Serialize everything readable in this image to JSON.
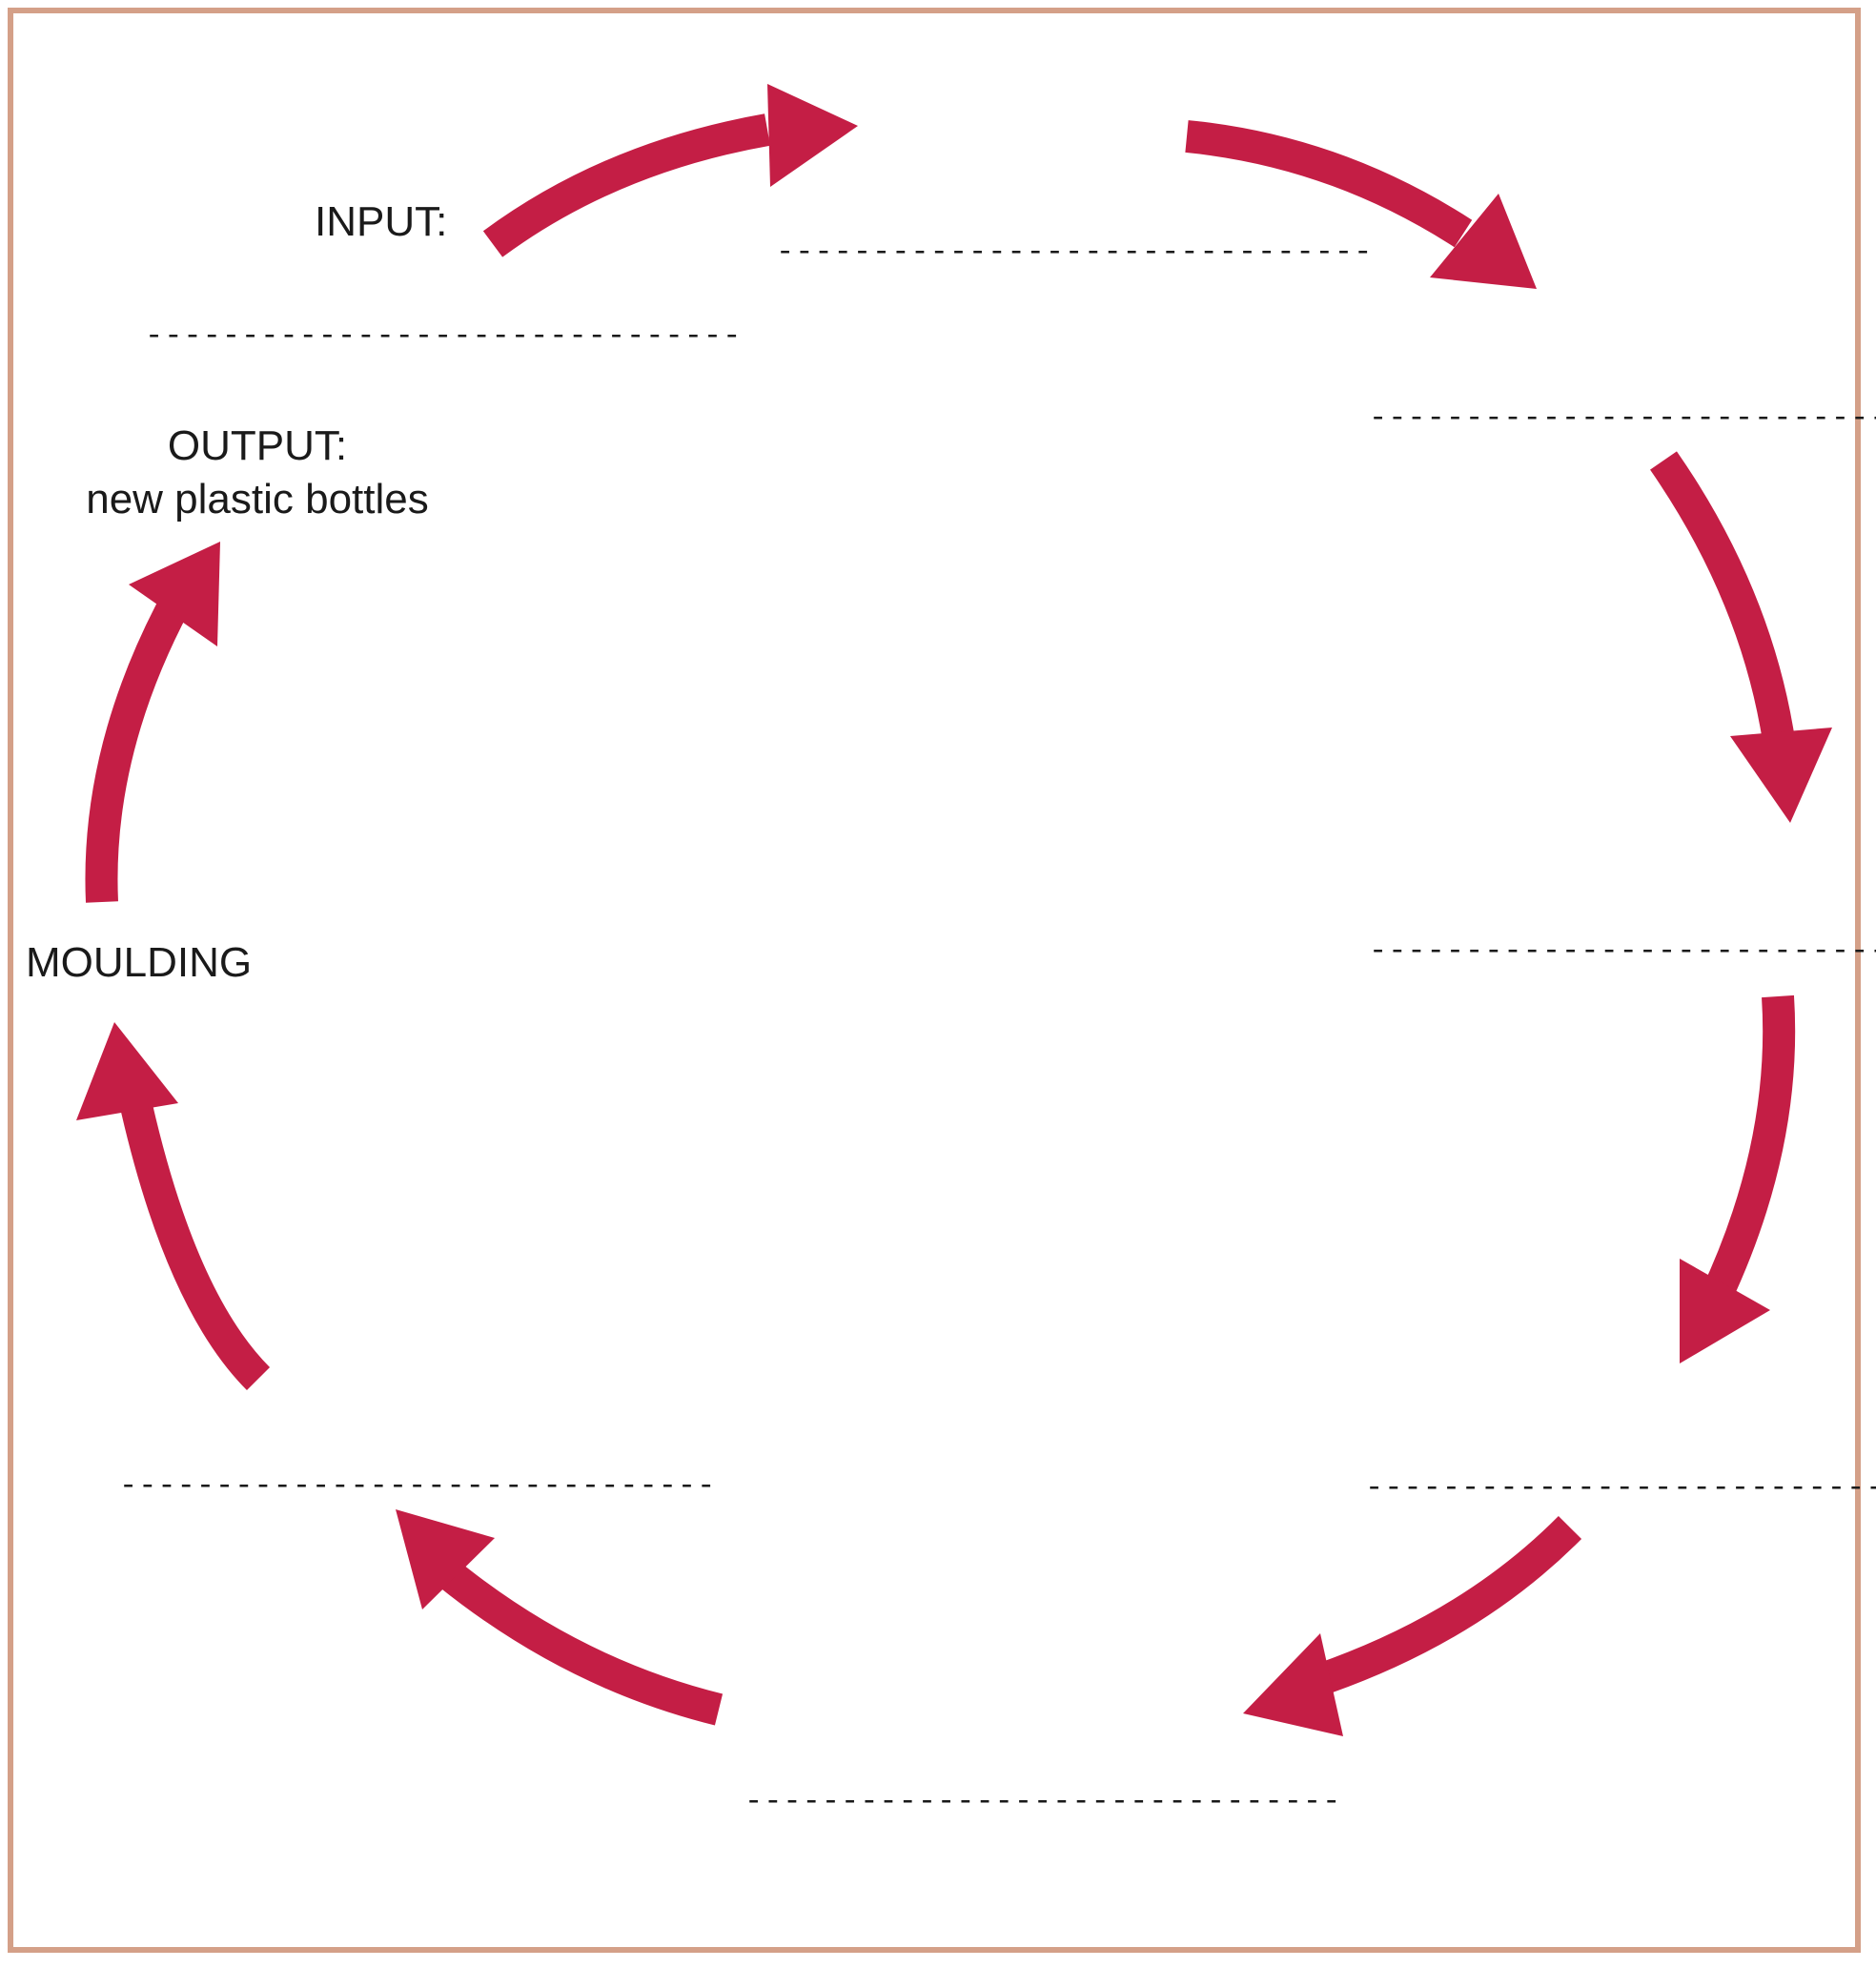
{
  "colors": {
    "arrow": "#c41e45",
    "frame": "#d4a088",
    "text": "#1a1a1a"
  },
  "labels": {
    "input": "INPUT:",
    "output_title": "OUTPUT:",
    "output_value": "new plastic bottles",
    "moulding": "MOULDING"
  },
  "blanks": [
    "-------------------------------",
    "-------------------------------",
    "-------------------------------",
    "-------------------------------",
    "-------------------------------",
    "-------------------------------",
    "-------------------------------"
  ]
}
